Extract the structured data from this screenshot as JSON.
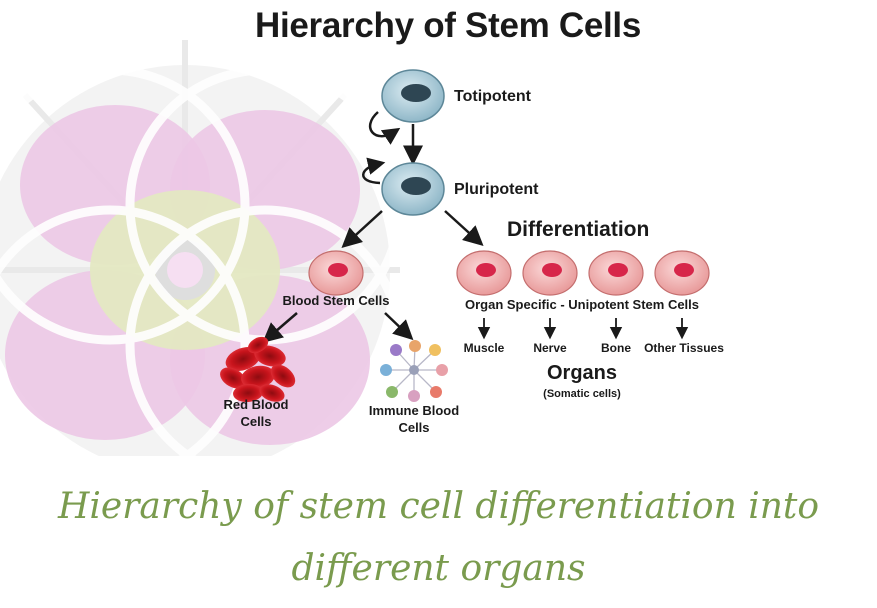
{
  "diagram": {
    "title": "Hierarchy of Stem Cells",
    "totipotent_label": "Totipotent",
    "pluripotent_label": "Pluripotent",
    "differentiation_label": "Differentiation",
    "blood_stem_cells_label": "Blood Stem Cells",
    "organ_specific_label": "Organ Specific - Unipotent Stem Cells",
    "red_blood_cells_label": "Red Blood\nCells",
    "immune_blood_cells_label": "Immune Blood\nCells",
    "organ_types": [
      "Muscle",
      "Nerve",
      "Bone",
      "Other Tissues"
    ],
    "organs_label": "Organs",
    "somatic_label": "(Somatic cells)"
  },
  "caption": "Hierarchy of stem cell differentiation into different organs",
  "colors": {
    "caption": "#7a9b4e",
    "stem_cell_fill": "#a8ccd9",
    "blood_cell_fill": "#f4b9b9",
    "nucleus_red": "#d7264a",
    "red_blood_cell": "#c8141c",
    "background_pink": "#ecc8e6",
    "background_green": "#e4e8c2"
  }
}
